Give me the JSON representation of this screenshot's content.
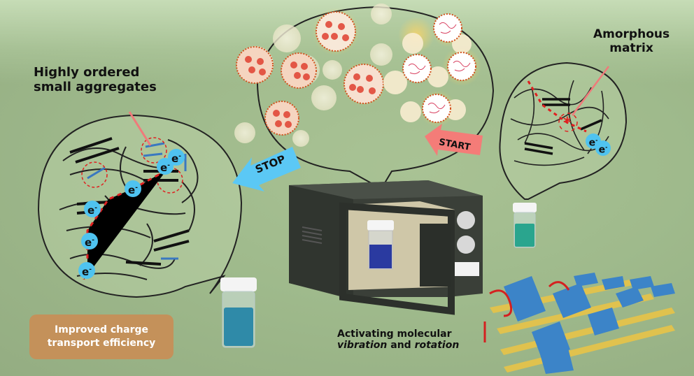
{
  "labels": {
    "ordered_line1": "Highly ordered",
    "ordered_line2": "small aggregates",
    "amorphous_line1": "Amorphous",
    "amorphous_line2": "matrix",
    "improved_line1": "Improved charge",
    "improved_line2": "transport efficiency",
    "activating_line1": "Activating molecular",
    "activating_vibration": "vibration",
    "activating_and": " and ",
    "activating_rotation": "rotation"
  },
  "arrows": {
    "stop": "STOP",
    "start": "START"
  },
  "electron_symbol": "e",
  "colors": {
    "background": "#9fba8c",
    "stop_arrow": "#5bc8f5",
    "start_arrow": "#f47c78",
    "improved_box": "#c4915a",
    "electron": "#4fc3f0",
    "pointer": "#f08080",
    "pathway": "#e82020",
    "microwave": "#3a3f38",
    "solution_left": "#2f8aa8",
    "solution_right": "#2aa58e"
  }
}
